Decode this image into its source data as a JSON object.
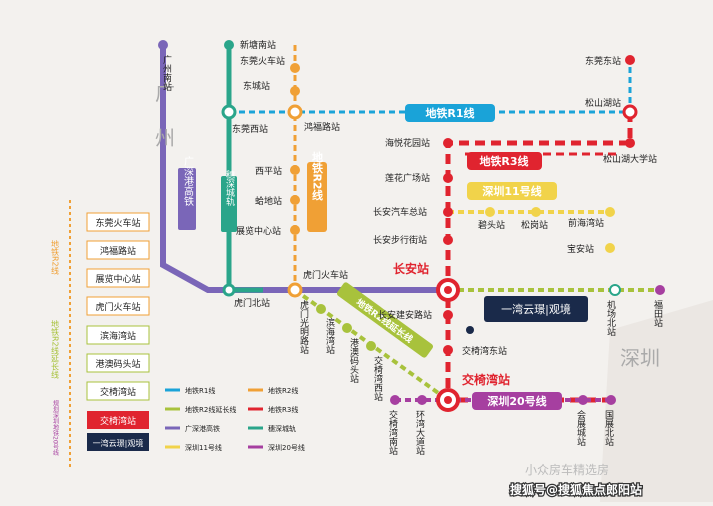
{
  "regions": {
    "guangzhou": "广州",
    "shenzhen": "深圳"
  },
  "lines": {
    "guangshengang": {
      "label": "广深港高铁",
      "color": "#7a66b8"
    },
    "suishen": {
      "label": "穗深城轨",
      "color": "#2aa58a"
    },
    "r1": {
      "label": "地铁R1线",
      "color": "#1aa3d8"
    },
    "r2": {
      "label": "地铁R2线",
      "color": "#f0a035"
    },
    "r2ext": {
      "label": "地铁R2线延长线",
      "color": "#a8c23c"
    },
    "r3": {
      "label": "地铁R3线",
      "color": "#e0242f"
    },
    "sz11": {
      "label": "深圳11号线",
      "color": "#f1d34a"
    },
    "sz20": {
      "label": "深圳20号线",
      "color": "#a63fa0"
    }
  },
  "stations": {
    "guangzhou_nan": "广州南站",
    "xintang_nan": "新塘南站",
    "dongguan_huoche": "东莞火车站",
    "dongcheng": "东城站",
    "dongguan_xi": "东莞西站",
    "hongfu_lu": "鸿福路站",
    "xiping": "西平站",
    "gedi": "蛤地站",
    "zhanlan_zhongxin": "展览中心站",
    "humen_huoche": "虎门火车站",
    "humen_bei": "虎门北站",
    "dongguan_dong": "东莞东站",
    "songshanhu": "松山湖站",
    "songshanhu_daxue": "松山湖大学站",
    "haiyue_huayuan": "海悦花园站",
    "lianhua_guangchang": "莲花广场站",
    "changan_qiche": "长安汽车总站",
    "changan_buxingjie": "长安步行街站",
    "changan": "长安站",
    "bitou": "碧头站",
    "songgang": "松岗站",
    "qianhaiwan": "前海湾站",
    "baoan": "宝安站",
    "changan_jianan": "长安建安路站",
    "jiaoyi_dong": "交椅湾东站",
    "jiaoyi": "交椅湾站",
    "jichang_bei": "机场北站",
    "futian": "福田站",
    "humen_guangming": "虎门光明路站",
    "binhaiwan": "滨海湾站",
    "gangao_matou": "港澳码头站",
    "jiaoyi_xi": "交椅湾西站",
    "jiaoyi_nan": "交椅湾南站",
    "huanwan_dadao": "环湾大道站",
    "huizhan_cheng": "会展城站",
    "guozhan_bei": "国展北站"
  },
  "project": {
    "name": "一湾云璟|观境",
    "name_side": "一湾云璟|观境"
  },
  "sidebar": {
    "r2_label": "地铁R2线",
    "r2ext_label": "地铁R2线延长线",
    "bottom_label": "规划深圳地铁20号线",
    "items": [
      "东莞火车站",
      "鸿福路站",
      "展览中心站",
      "虎门火车站",
      "滨海湾站",
      "港澳码头站",
      "交椅湾站",
      "交椅湾站"
    ]
  },
  "legend": [
    {
      "label": "地铁R1线",
      "color": "#1aa3d8"
    },
    {
      "label": "地铁R2线",
      "color": "#f0a035"
    },
    {
      "label": "地铁R2线延长线",
      "color": "#a8c23c"
    },
    {
      "label": "地铁R3线",
      "color": "#e0242f"
    },
    {
      "label": "广深港高铁",
      "color": "#7a66b8"
    },
    {
      "label": "穗深城轨",
      "color": "#2aa58a"
    },
    {
      "label": "深圳11号线",
      "color": "#f1d34a"
    },
    {
      "label": "深圳20号线",
      "color": "#a63fa0"
    }
  ],
  "watermark": {
    "text1": "小众房车精选房",
    "text2": "搜狐号@搜狐焦点郎阳站"
  }
}
